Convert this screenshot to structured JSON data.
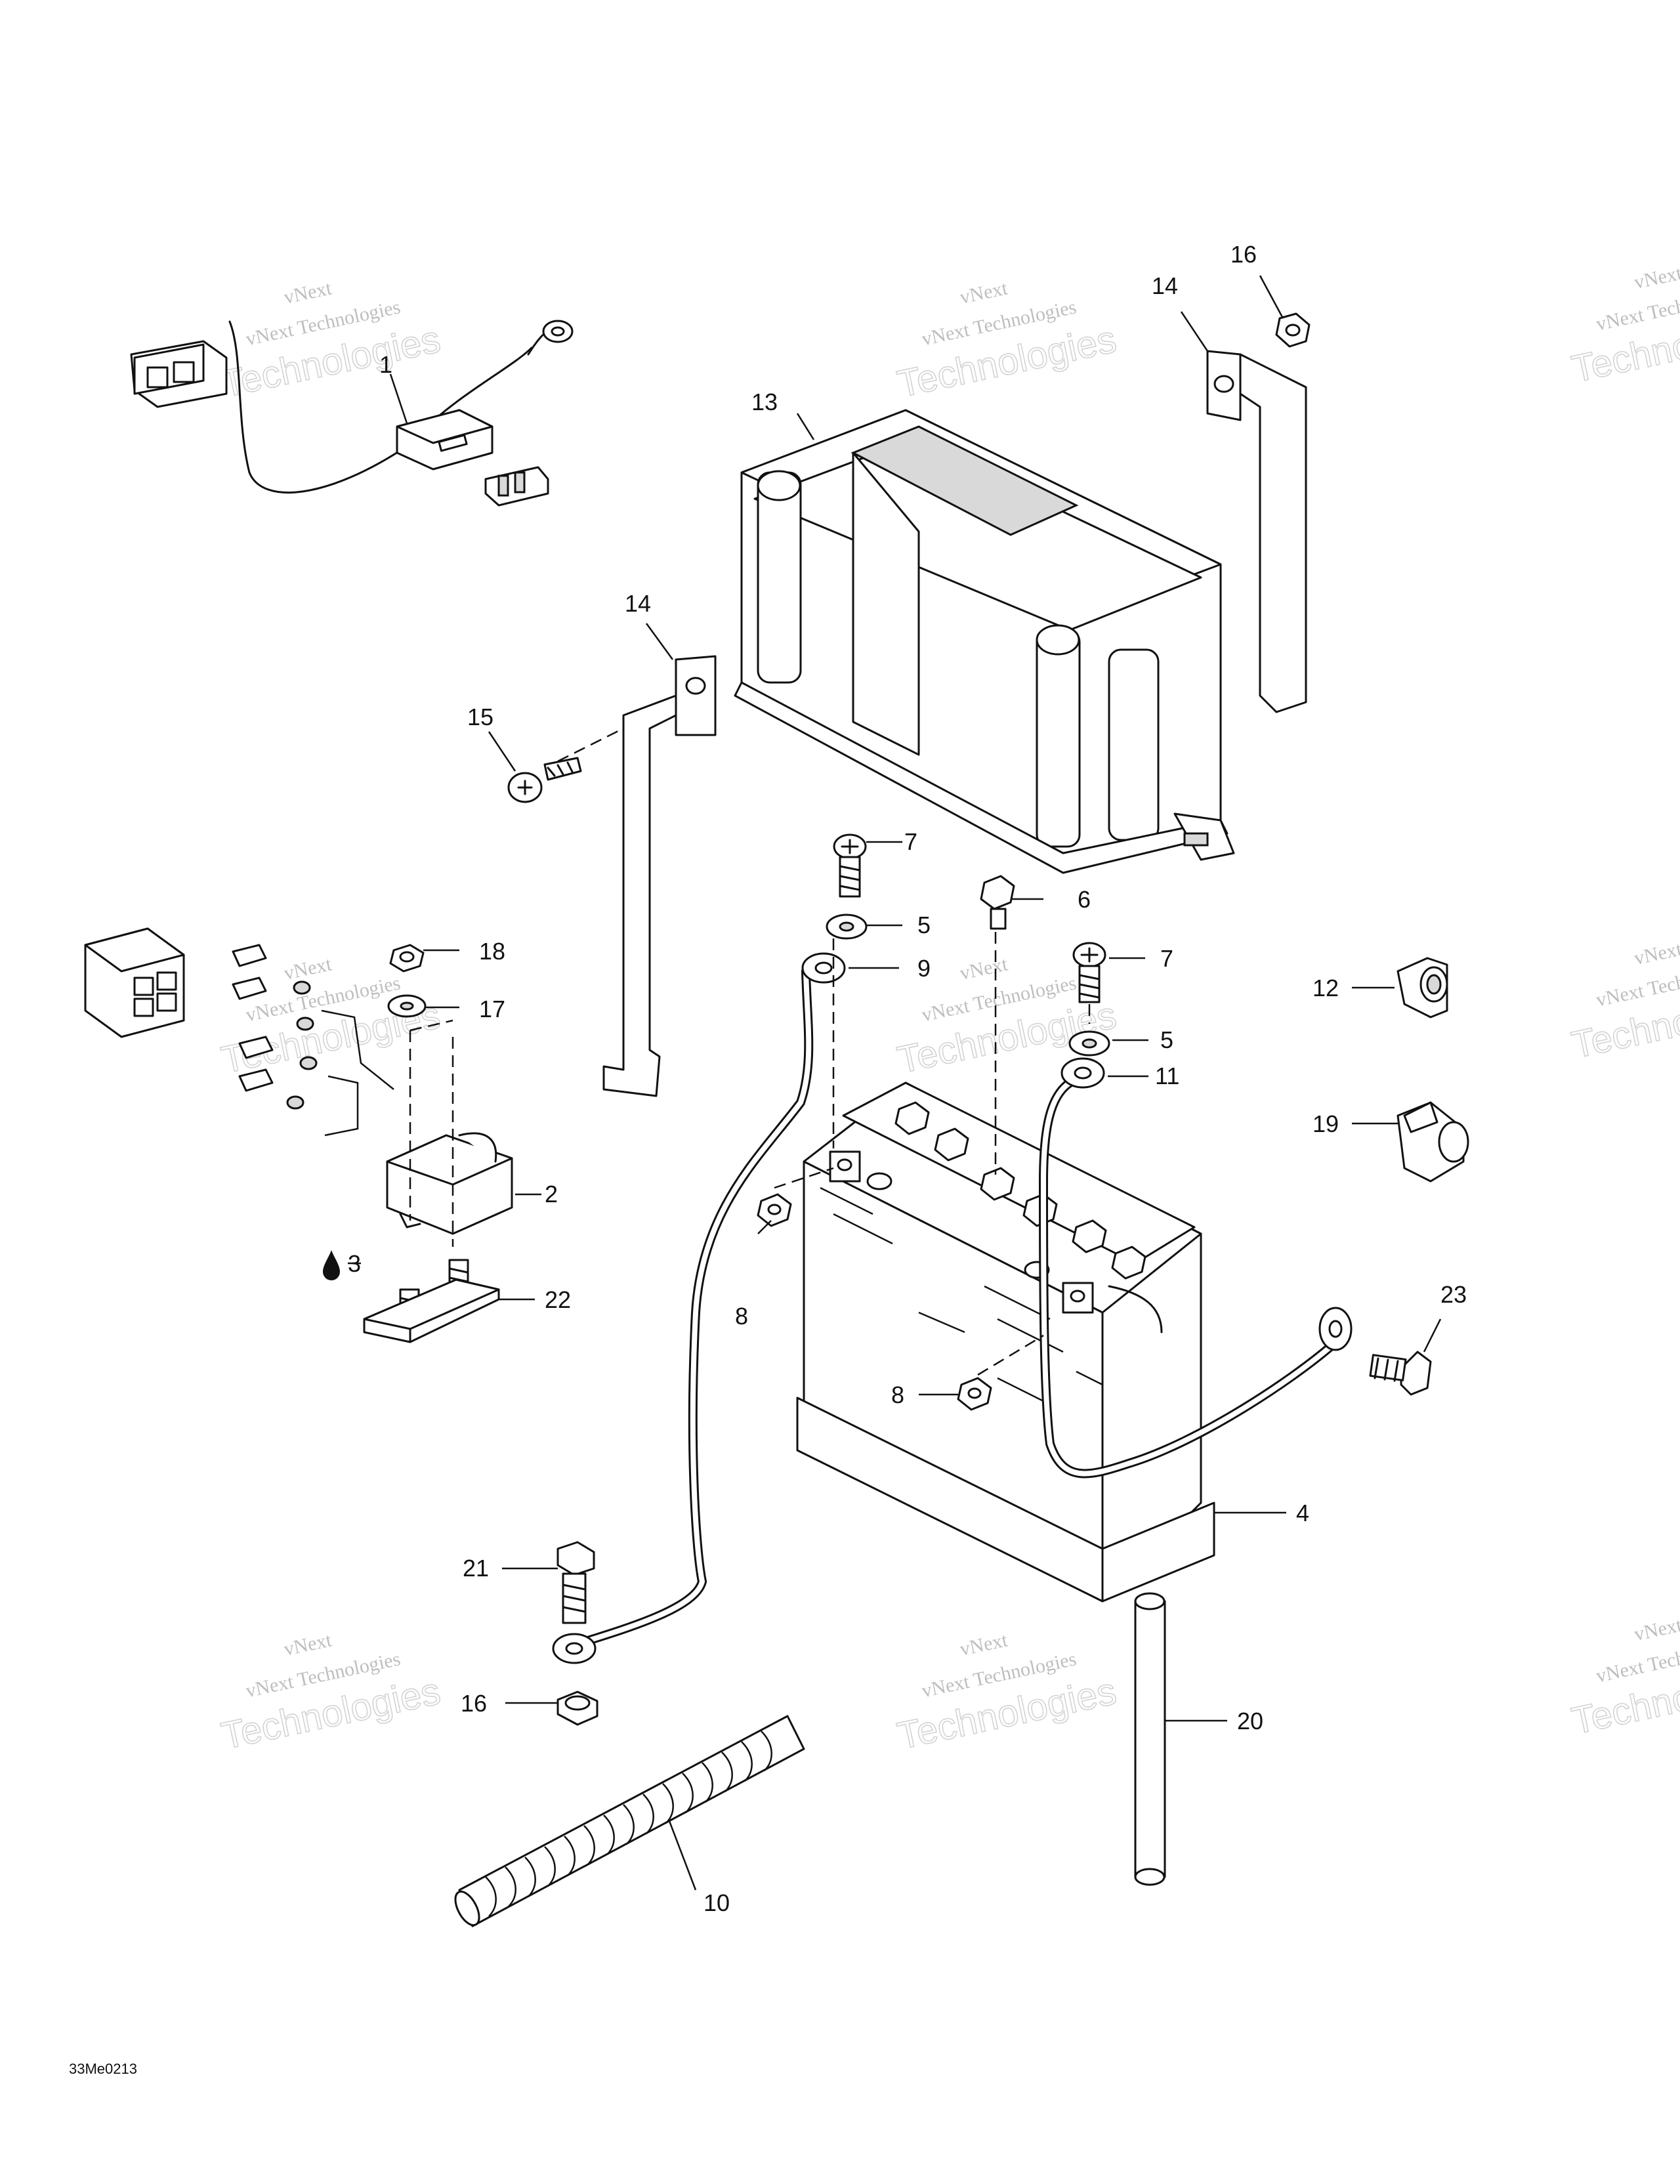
{
  "diagram": {
    "code": "33Me0213",
    "watermark": {
      "line1": "vNext",
      "line2": "vNext Technologies",
      "line3": "Technologies"
    },
    "callouts": [
      {
        "id": "c1",
        "text": "1"
      },
      {
        "id": "c2",
        "text": "2"
      },
      {
        "id": "c3",
        "text": "3"
      },
      {
        "id": "c4",
        "text": "4"
      },
      {
        "id": "c5a",
        "text": "5"
      },
      {
        "id": "c5b",
        "text": "5"
      },
      {
        "id": "c6",
        "text": "6"
      },
      {
        "id": "c7a",
        "text": "7"
      },
      {
        "id": "c7b",
        "text": "7"
      },
      {
        "id": "c8a",
        "text": "8"
      },
      {
        "id": "c8b",
        "text": "8"
      },
      {
        "id": "c9",
        "text": "9"
      },
      {
        "id": "c10",
        "text": "10"
      },
      {
        "id": "c11",
        "text": "11"
      },
      {
        "id": "c12",
        "text": "12"
      },
      {
        "id": "c13",
        "text": "13"
      },
      {
        "id": "c14a",
        "text": "14"
      },
      {
        "id": "c14b",
        "text": "14"
      },
      {
        "id": "c15",
        "text": "15"
      },
      {
        "id": "c16a",
        "text": "16"
      },
      {
        "id": "c16b",
        "text": "16"
      },
      {
        "id": "c17",
        "text": "17"
      },
      {
        "id": "c18",
        "text": "18"
      },
      {
        "id": "c19",
        "text": "19"
      },
      {
        "id": "c20",
        "text": "20"
      },
      {
        "id": "c21",
        "text": "21"
      },
      {
        "id": "c22",
        "text": "22"
      },
      {
        "id": "c23",
        "text": "23"
      }
    ]
  }
}
